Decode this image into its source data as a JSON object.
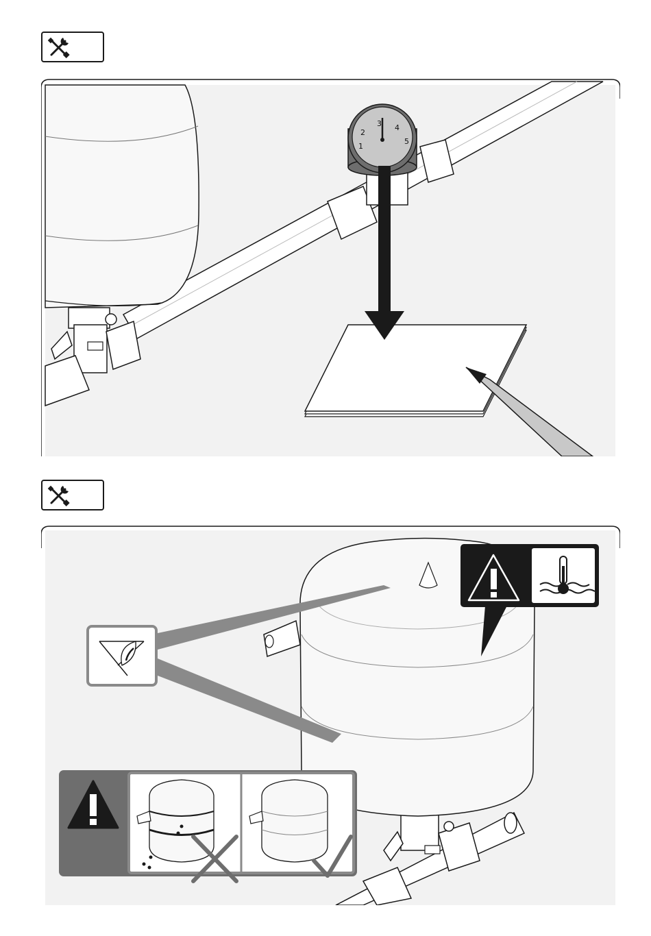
{
  "step_1": {
    "badge_icon": "tools-icon",
    "gauge_icon": "pressure-gauge-icon",
    "gauge_scale": [
      "1",
      "2",
      "3",
      "4",
      "5"
    ],
    "gauge_reading": 3,
    "colors": {
      "frame": "#1a1a1a",
      "panel_bg": "#f2f2f2",
      "gauge_body": "#6e6e6e",
      "arrow": "#1a1a1a"
    }
  },
  "step_2": {
    "badge_icon": "tools-icon",
    "inspect_icon": "visual-inspection-eye-icon",
    "hot_warning_icons": [
      "warning-exclamation-icon",
      "thermometer-hot-water-icon"
    ],
    "vessel_check": {
      "warning_icon": "warning-exclamation-icon",
      "bad": {
        "icon": "cross-icon",
        "state": "corroded-leaking"
      },
      "good": {
        "icon": "check-icon",
        "state": "intact"
      }
    },
    "colors": {
      "callout": "#8a8a8a",
      "warning_bg": "#1a1a1a",
      "check_bg": "#6e6e6e",
      "panel_bg": "#f2f2f2"
    }
  }
}
